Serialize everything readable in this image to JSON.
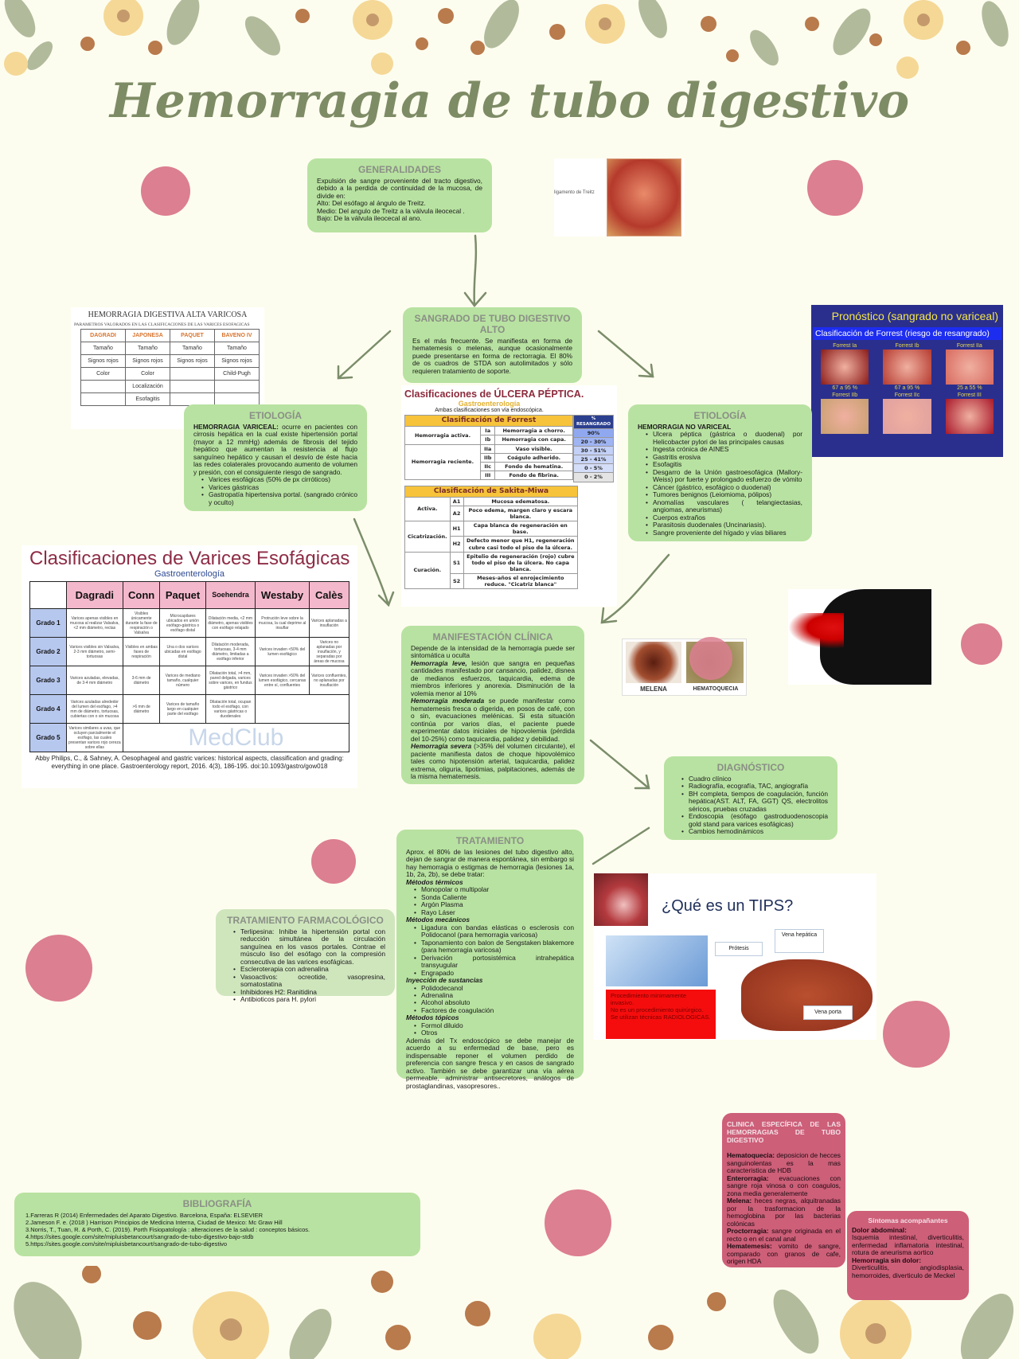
{
  "title": "Hemorragia de tubo digestivo",
  "colors": {
    "background": "#fdfdef",
    "box_green": "#b8e2a1",
    "box_pink": "#cd5f79",
    "title": "#7e8c66",
    "circle": "#dc7f90"
  },
  "generalidades": {
    "title": "GENERALIDADES",
    "content": [
      {
        "t": "Expulsión de sangre proveniente del tracto digestivo, debido a la perdida de continuidad de la mucosa, de divide en:"
      },
      {
        "t": "Alto: Del esófago al ángulo de Treitz."
      },
      {
        "t": "Medio: Del angulo de Treitz a la válvula ileocecal  ."
      },
      {
        "t": "Bajo: De la válvula ileocecal al ano."
      }
    ]
  },
  "treitz_image": {
    "label": "ligamento de Treitz"
  },
  "sangrado": {
    "title": "SANGRADO DE TUBO DIGESTIVO ALTO",
    "content": [
      {
        "t": "Es el más frecuente.  Se manifiesta en forma de hematemesis o melenas, aunque ocasionalmente puede presentarse en forma de rectorragia. El 80% de os cuadros de STDA son autolimitados y sólo requieren tratamiento de soporte."
      }
    ]
  },
  "hda_table": {
    "title": "HEMORRAGIA DIGESTIVA ALTA VARICOSA",
    "subtitle": "PARAMETROS VALORADOS EN LAS CLASIFICACIONES DE LAS VARICES ESOFAGICAS",
    "headers": [
      "DAGRADI",
      "JAPONESA",
      "PAQUET",
      "BAVENO IV"
    ],
    "rows": [
      [
        "Tamaño",
        "Tamaño",
        "Tamaño",
        "Tamaño"
      ],
      [
        "Signos rojos",
        "Signos rojos",
        "Signos rojos",
        "Signos rojos"
      ],
      [
        "Color",
        "Color",
        "",
        "Child-Pugh"
      ],
      [
        "",
        "Localización",
        "",
        ""
      ],
      [
        "",
        "Esofagitis",
        "",
        ""
      ]
    ]
  },
  "etiologia_variceal": {
    "title": "ETIOLOGÍA",
    "content": [
      {
        "b": "HEMORRAGIA VARICEAL:",
        "t": " ocurre en pacientes con cirrosis hepática en la cual existe hipertensión portal (mayor a 12 mmHg) además de fibrosis del tejido hepático que aumentan la resistencia al flujo sanguíneo hepático y causan el desvío de éste hacia las redes colaterales provocando aumento de volumen y presión, con el consiguiente riesgo de sangrado."
      },
      {
        "li": "Varices esofágicas (50% de px cirróticos)"
      },
      {
        "li": "Varices gástricas"
      },
      {
        "li": "Gastropatía hipertensiva portal. (sangrado crónico y oculto)"
      }
    ]
  },
  "ulcera": {
    "title": "Clasificaciones de ÚLCERA PÉPTICA.",
    "subtitle": "Gastroenterología",
    "note": "Ambas clasificaciones son vía endoscópica.",
    "forrest_title": "Clasificación de Forrest",
    "resangrado_header": "% RESANGRADO",
    "forrest": [
      [
        "Hemorragia activa.",
        "Ia",
        "Hemorragia a chorro.",
        "90%"
      ],
      [
        "",
        "Ib",
        "Hemorragia con capa.",
        "20 - 30%"
      ],
      [
        "Hemorragia reciente.",
        "IIa",
        "Vaso visible.",
        "30 - 51%"
      ],
      [
        "",
        "IIb",
        "Coágulo adherido.",
        "25 - 41%"
      ],
      [
        "",
        "IIc",
        "Fondo de hematina.",
        "0 - 5%"
      ],
      [
        "",
        "III",
        "Fondo de fibrina.",
        "0 - 2%"
      ]
    ],
    "sakita_title": "Clasificación de Sakita-Miwa",
    "sakita": [
      [
        "Activa.",
        "A1",
        "Mucosa edematosa."
      ],
      [
        "",
        "A2",
        "Poco edema, margen claro y escara blanca."
      ],
      [
        "Cicatrización.",
        "H1",
        "Capa blanca de regeneración en base."
      ],
      [
        "",
        "H2",
        "Defecto menor que H1, regeneración cubre casi todo el piso de la úlcera."
      ],
      [
        "Curación.",
        "S1",
        "Epitelio de regeneración (rojo) cubre todo el piso de la úlcera. No capa blanca."
      ],
      [
        "",
        "S2",
        "Meses-años el enrojecimiento reduce. \"Cicatriz blanca\""
      ]
    ]
  },
  "pronostico": {
    "title": "Pronóstico  (sangrado no variceal)",
    "subtitle": "Clasificación  de Forrest  (riesgo de resangrado)",
    "items": [
      {
        "label": "Forrest Ia",
        "pct": "67 a 95 %"
      },
      {
        "label": "Forrest Ib",
        "pct": "67 a 95 %"
      },
      {
        "label": "Forrest IIa",
        "pct": "25 a 55 %"
      },
      {
        "label": "Forrest IIb",
        "pct": ""
      },
      {
        "label": "Forrest IIc",
        "pct": ""
      },
      {
        "label": "Forrest III",
        "pct": ""
      }
    ]
  },
  "etiologia_no_variceal": {
    "title": "ETIOLOGÍA",
    "content": [
      {
        "b": "HEMORRAGIA NO VARICEAL",
        "t": ""
      },
      {
        "li": "Ulcera péptica (gástrica o duodenal) por Helicobacter pylori de las principales causas"
      },
      {
        "li": "Ingesta crónica de AINES"
      },
      {
        "li": "Gastritis erosiva"
      },
      {
        "li": "Esofagitis"
      },
      {
        "li": "Desgarro de la Unión gastroesofágica (Mallory-Weiss) por fuerte y prolongado esfuerzo de vómito"
      },
      {
        "li": "Cáncer (gástrico, esofágico o duodenal)"
      },
      {
        "li": "Tumores benignos (Leiomioma, pólipos)"
      },
      {
        "li": "Anomalías vasculares ( telangiectasias, angiomas, aneurismas)"
      },
      {
        "li": "Cuerpos extraños"
      },
      {
        "li": "Parasitosis duodenales (Uncinariasis)."
      },
      {
        "li": "Sangre proveniente del hígado y vías biliares"
      }
    ]
  },
  "varices": {
    "title": "Clasificaciones de Varices Esofágicas",
    "subtitle": "Gastroenterología",
    "watermark": "MedClub",
    "headers": [
      "Dagradi",
      "Conn",
      "Paquet",
      "Soehendra",
      "Westaby",
      "Calès"
    ],
    "rows": [
      {
        "grade": "Grado 1",
        "cells": [
          "Varices apenas visibles en mucosa al realizar Valsalva, <2 mm diámetro, rectas",
          "Visibles únicamente durante la fase de respiración o Valsalva",
          "Microcapilares ubicados en unión esófago-gástrica o esófago distal",
          "Dilatación media, <2 mm diámetro, apenas visibles con esófago relajado",
          "Protrución leve sobre la mucosa, la cual deprime al insuflar",
          "Varices aplanadas a insuflación"
        ]
      },
      {
        "grade": "Grado 2",
        "cells": [
          "Varices visibles sin Valsalva, 2-3 mm diámetro, semi-tortuosas",
          "Visibles en ambas fases de respiración",
          "Una o dos varices ubicadas en esófago distal",
          "Dilatación moderada, tortuosas, 3-4 mm diámetro, limitadas a esófago inferior",
          "Varices invaden <50% del lumen esofágico",
          "Varices no aplanadas por insuflación, y separadas por áreas de mucosa"
        ]
      },
      {
        "grade": "Grado 3",
        "cells": [
          "Varices azuladas, elevadas, de 3-4 mm diámetro",
          "3-6 mm de diámetro",
          "Varices de mediano tamaño, cualquier número",
          "Dilatación total, >4 mm, pared delgada, varices sobre varices, en fundus gástrico",
          "Varices invaden >50% del lumen esofágico, cercanas entre sí, confluentes",
          "Varices confluentes, no aplanadas por insuflación"
        ]
      },
      {
        "grade": "Grado 4",
        "cells": [
          "Varices azuladas alrededor del lumen del esófago, >4 mm de diámetro, tortuosas, cubiertas con o sin mucosa",
          ">6 mm de diámetro",
          "Varices de tamaño largo en cualquier parte del esófago",
          "Dilatación total, ocupan todo el esófago, con varices gástricas o duodenales"
        ]
      },
      {
        "grade": "Grado 5",
        "cells": [
          "Varices similares a uvas, que ocluyen parcialmente el esófago, las cuales presentan varices rojo cereza sobre ellas"
        ]
      }
    ],
    "citation": "Abby Philips, C., & Sahney, A. Oesophageal and gastric varices: historical aspects, classification and grading: everything in one place. Gastroenterology report, 2016. 4(3), 186-195. doi:10.1093/gastro/gow018"
  },
  "manifestacion": {
    "title": "MANIFESTACIÓN CLÍNICA",
    "content": [
      {
        "t": "Depende de la intensidad de la hemorragia puede ser sintomática u oculta"
      },
      {
        "bi": "Hemorragia leve,",
        "t": " lesión que sangra en pequeñas cantidades manifestado por cansancio, palidez, disnea de medianos esfuerzos, taquicardia, edema de miembros inferiores y anorexia. Disminución de la volemia menor al 10%"
      },
      {
        "bi": "Hemorragia moderada",
        "t": " se puede manifestar como hematemesis fresca o digerida, en posos de café, con o sin, evacuaciones melénicas. Si esta situación continúa por varios días, el paciente puede experimentar datos iniciales de hipovolemia (pérdida del 10-25%) como taquicardia, palidez y debilidad."
      },
      {
        "bi": "Hemorragia severa",
        "t": " (>35% del volumen circulante), el paciente manifiesta datos de choque hipovolémico tales como hipotensión arterial, taquicardia, palidez extrema, oliguria, lipotimias, palpitaciones, además de la misma hematemesis."
      }
    ]
  },
  "stool_images": {
    "melena": "MELENA",
    "hematoquecia": "HEMATOQUECIA"
  },
  "diagnostico": {
    "title": "DIAGNÓSTICO",
    "content": [
      {
        "li": "Cuadro clínico"
      },
      {
        "li": "Radiografía, ecografía, TAC, angiografía"
      },
      {
        "li": "BH completa, tiempos de coagulación, función hepática(AST. ALT, FA, GGT) QS, electrolitos séricos, pruebas cruzadas"
      },
      {
        "li": "Endoscopia (esófago gastroduodenoscopia gold stand para varices esofágicas)"
      },
      {
        "li": "Cambios hemodinámicos"
      }
    ]
  },
  "tratamiento": {
    "title": "TRATAMIENTO",
    "content": [
      {
        "t": "Aprox. el 80% de las lesiones del tubo digestivo alto, dejan de sangrar de manera espontánea, sin embargo si hay hemorragia o estigmas de hemorragia (lesiones 1a, 1b, 2a, 2b), se debe tratar:"
      },
      {
        "sub": "Métodos térmicos"
      },
      {
        "li": "Monopolar o multipolar"
      },
      {
        "li": "Sonda Caliente"
      },
      {
        "li": "Argón Plasma"
      },
      {
        "li": "Rayo Láser"
      },
      {
        "sub": "Métodos mecánicos"
      },
      {
        "li": "Ligadura con bandas elásticas o esclerosis con Polidocanol (para hemorragia varicosa)"
      },
      {
        "li": "Taponamiento con balon de Sengstaken blakemore (para hemorragia varicosa)"
      },
      {
        "li": "Derivación portosistémica intrahepática transyugular"
      },
      {
        "li": "Engrapado"
      },
      {
        "sub": "Inyección de sustancias"
      },
      {
        "li": "Polidodecanol"
      },
      {
        "li": "Adrenalina"
      },
      {
        "li": "Alcohol absoluto"
      },
      {
        "li": "Factores de coagulación"
      },
      {
        "sub": "Métodos tópicos"
      },
      {
        "li": "Formol diluido"
      },
      {
        "li": "Otros"
      },
      {
        "t": "Además del Tx endoscópico se debe manejar de acuerdo a su enfermedad de base, pero es indispensable reponer el volumen perdido de preferencia con sangre fresca y en casos de sangrado activo. También se debe garantizar una vía aérea permeable, administrar antisecretores, análogos de prostaglandinas, vasopresores.."
      }
    ]
  },
  "farmacologico": {
    "title": "TRATAMIENTO FARMACOLÓGICO",
    "content": [
      {
        "li": "Terlipesina: Inhibe la hipertensión portal con reducción simultánea de la circulación sanguínea en los vasos portales. Contrae el músculo liso del esófago con la compresión consecutiva de las varices esofágicas."
      },
      {
        "li": "Escleroterapia con adrenalina"
      },
      {
        "li": "Vasoactivos: ocreotide, vasopresina, somatostatina"
      },
      {
        "li": "Inhibidores H2: Ranitidina"
      },
      {
        "li": "Antibioticos para H. pylori"
      }
    ]
  },
  "tips": {
    "title": "¿Qué es un TIPS?",
    "protesis": "Prótesis",
    "vena_hepatica": "Vena hepática",
    "vena_porta": "Vena porta",
    "red_box": [
      "Procedimiento minimamente invasivo.",
      "No es un procedimiento quirúrgico.",
      "Se utilizan técnicas RADIOLOGICAS."
    ]
  },
  "bibliografia": {
    "title": "BIBLIOGRAFÍA",
    "items": [
      "1.Farreras R (2014) Enfermedades del Aparato Digestivo. Barcelona, España: ELSEVIER",
      "2.Jameson F. e. (2018 ) Harrison Principios de Medicina Interna, Ciudad de Mexico: Mc Graw Hill",
      "3.Norris, T., Tuan, R. & Porth, C. (2019). Porth Fisiopatología : alteraciones de la salud : conceptos básicos.",
      "4.https://sites.google.com/site/mipluisbetancourt/sangrado-de-tubo-digestivo-bajo-stdb",
      "5.https://sites.google.com/site/mipluisbetancourt/sangrado-de-tubo-digestivo"
    ]
  },
  "clinica": {
    "title": "CLINICA ESPECÍFICA DE LAS HEMORRAGIAS DE TUBO DIGESTIVO",
    "content": [
      {
        "b": "Hematoquecia:",
        "t": " deposicion de hecces sanguinolentas es la mas caracteristica de HDB"
      },
      {
        "b": "Enterorragia:",
        "t": " evacuaciones con sangre roja vinosa o con coagulos, zona media generalemente"
      },
      {
        "b": "Melena:",
        "t": " heces negras, alquitranadas por la trasformacion de la hemoglobina por las bacterias colónicas"
      },
      {
        "b": "Proctorragia:",
        "t": " sangre originada en el recto o en el canal anal"
      },
      {
        "b": "Hematemesis:",
        "t": " vomito de sangre, comparado con granos de cafe, origen HDA"
      }
    ]
  },
  "sintomas": {
    "title": "Síntomas acompañantes",
    "content": [
      {
        "b": "Dolor abdominal:",
        "t": ""
      },
      {
        "t": "Isquemia intestinal, diverticulitis, enfermedad inflamatoria intestinal, rotura de aneurisma aortico"
      },
      {
        "t": " "
      },
      {
        "b": "Hemorragia sin dolor:",
        "t": ""
      },
      {
        "t": "Diverticulitis, angiodisplasia, hemorroides, diverticulo de Meckel"
      }
    ]
  }
}
